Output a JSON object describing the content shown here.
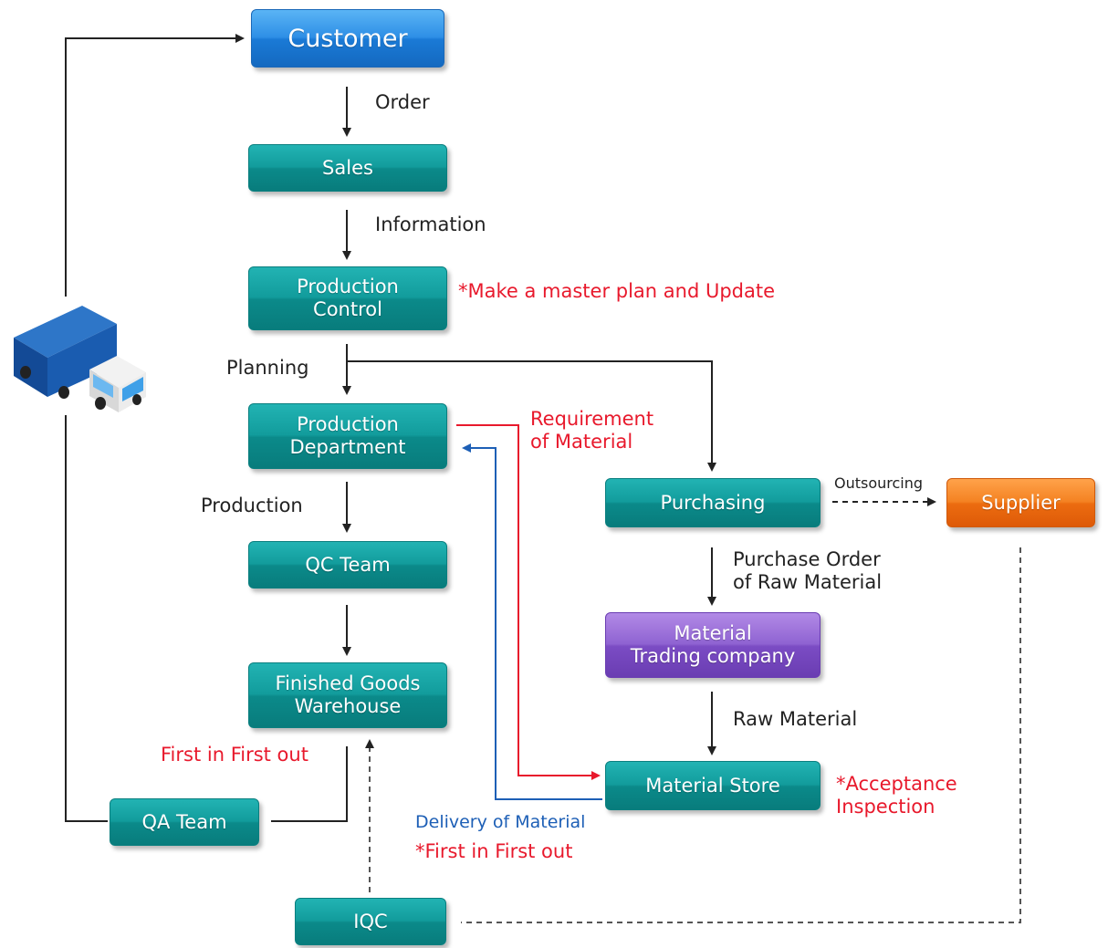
{
  "nodes": {
    "customer": "Customer",
    "sales": "Sales",
    "production_control": [
      "Production",
      "Control"
    ],
    "production_department": [
      "Production",
      "Department"
    ],
    "qc_team": "QC Team",
    "finished_goods_warehouse": [
      "Finished Goods",
      "Warehouse"
    ],
    "qa_team": "QA Team",
    "iqc": "IQC",
    "purchasing": "Purchasing",
    "supplier": "Supplier",
    "material_trading_company": [
      "Material",
      "Trading company"
    ],
    "material_store": "Material Store"
  },
  "labels": {
    "order": "Order",
    "information": "Information",
    "planning": "Planning",
    "production": "Production",
    "master_plan_note": "*Make a master plan and Update",
    "requirement_of_material": [
      "Requirement",
      "of Material"
    ],
    "outsourcing": "Outsourcing",
    "purchase_order": [
      "Purchase Order",
      "of Raw Material"
    ],
    "raw_material": "Raw Material",
    "acceptance_inspection": [
      "*Acceptance",
      "Inspection"
    ],
    "first_in_first_out_left": "First in First out",
    "delivery_of_material": "Delivery of Material",
    "first_in_first_out_bottom": "*First in First out"
  },
  "colors": {
    "process_box": "#0f9696",
    "customer_box": "#2a8ce4",
    "supplier_box": "#f07a1a",
    "trading_box": "#8558cc",
    "note_red": "#e8192c",
    "delivery_blue": "#1d5fb6",
    "connector": "#222222"
  },
  "icons": {
    "truck": "truck-icon"
  }
}
